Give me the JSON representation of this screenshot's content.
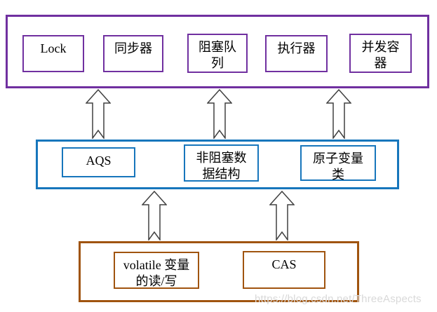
{
  "diagram": {
    "layers": {
      "top": {
        "border_color": "#7030A0",
        "boxes": {
          "lock": {
            "label": "Lock"
          },
          "sync": {
            "label": "同步器"
          },
          "queue": {
            "label": "阻塞队\n列"
          },
          "exec": {
            "label": "执行器"
          },
          "concol": {
            "label": "并发容\n器"
          }
        }
      },
      "middle": {
        "border_color": "#1776BC",
        "boxes": {
          "aqs": {
            "label": "AQS"
          },
          "nonblk": {
            "label": "非阻塞数\n据结构"
          },
          "atomic": {
            "label": "原子变量\n类"
          }
        }
      },
      "bottom": {
        "border_color": "#A0540F",
        "boxes": {
          "volatile": {
            "label": "volatile 变量\n的读/写"
          },
          "cas": {
            "label": "CAS"
          }
        }
      }
    },
    "arrow": {
      "direction": "up",
      "stroke_color": "#404040",
      "fill_color": "#ffffff"
    },
    "watermark": "https://blog.csdn.net/ThreeAspects"
  }
}
